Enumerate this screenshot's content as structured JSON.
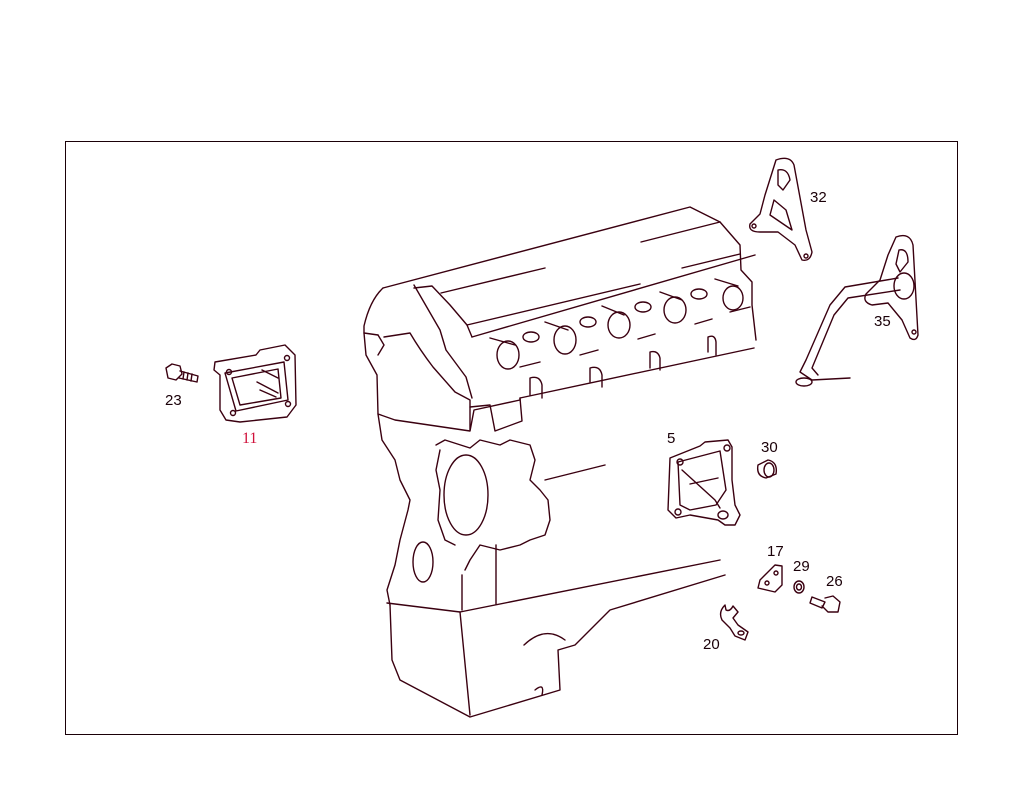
{
  "diagram": {
    "type": "exploded parts diagram",
    "subject": "engine block with attached covers and brackets",
    "colors": {
      "line": "#3a0010",
      "label": "#1a0008",
      "highlight_label": "#d0103a",
      "background": "#ffffff"
    }
  },
  "callouts": [
    {
      "id": "5",
      "label": "5",
      "part": "cover with flange"
    },
    {
      "id": "11",
      "label": "11",
      "part": "rectangular cover with gasket",
      "highlighted": true
    },
    {
      "id": "17",
      "label": "17",
      "part": "small bracket"
    },
    {
      "id": "20",
      "label": "20",
      "part": "clip bracket"
    },
    {
      "id": "23",
      "label": "23",
      "part": "bolt"
    },
    {
      "id": "26",
      "label": "26",
      "part": "bolt"
    },
    {
      "id": "29",
      "label": "29",
      "part": "washer"
    },
    {
      "id": "30",
      "label": "30",
      "part": "bushing"
    },
    {
      "id": "32",
      "label": "32",
      "part": "triangular bracket"
    },
    {
      "id": "35",
      "label": "35",
      "part": "bracket with tube"
    }
  ]
}
